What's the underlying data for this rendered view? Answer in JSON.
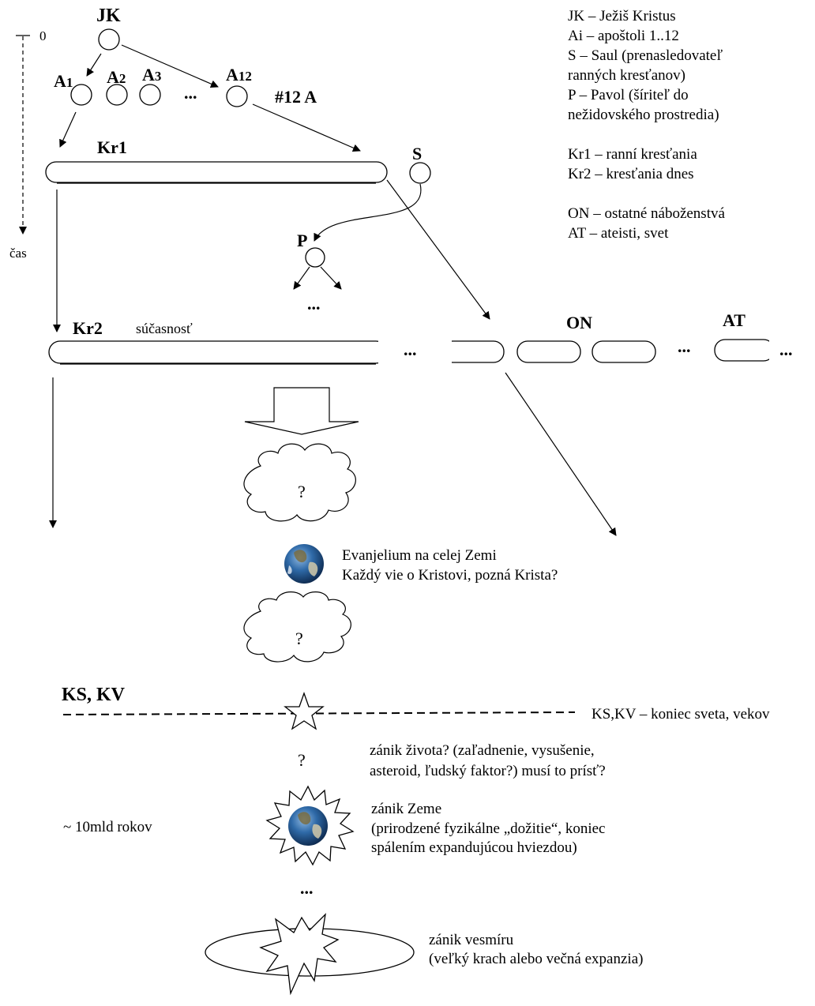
{
  "nodes": {
    "jk": "JK",
    "a1": "A",
    "a1_sub": "1",
    "a2": "A",
    "a2_sub": "2",
    "a3": "A",
    "a3_sub": "3",
    "a_ellipsis": "...",
    "a12": "A",
    "a12_sub": "12",
    "hash12a": "#12 A",
    "kr1": "Kr1",
    "s": "S",
    "p": "P",
    "p_ellipsis": "...",
    "kr2": "Kr2",
    "present": "súčasnosť",
    "row_ellipsis1": "...",
    "on": "ON",
    "row_ellipsis2": "...",
    "at": "AT",
    "row_ellipsis3": "..."
  },
  "time_axis": {
    "zero": "0",
    "cas": "čas"
  },
  "legend": {
    "lines": [
      "JK – Ježiš Kristus",
      "Ai – apoštoli 1..12",
      "S – Saul (prenasledovateľ",
      "ranných kresťanov)",
      "P – Pavol (šíriteľ do",
      "nežidovského prostredia)",
      "",
      "Kr1 – ranní kresťania",
      "Kr2 – kresťania dnes",
      "",
      "ON – ostatné náboženstvá",
      "AT – ateisti, svet"
    ]
  },
  "future": {
    "question1": "?",
    "gospel_line1": "Evanjelium na celej Zemi",
    "gospel_line2": "Každý vie o Kristovi, pozná Krista?",
    "question2": "?",
    "ks_kv": "KS, KV",
    "ks_kv_legend": "KS,KV – koniec sveta, vekov",
    "question3": "?",
    "life_end_line1": "zánik života? (zaľadnenie, vysušenie,",
    "life_end_line2": "asteroid, ľudský faktor?) musí to prísť?",
    "ten_bn_years": "~ 10mld rokov",
    "earth_end_line1": "zánik Zeme",
    "earth_end_line2": " (prirodzené fyzikálne „dožitie“, koniec",
    "earth_end_line3": "spálením expandujúcou hviezdou)",
    "ellipsis": "...",
    "universe_end_line1": "zánik vesmíru",
    "universe_end_line2": "(veľký krach alebo večná expanzia)"
  }
}
